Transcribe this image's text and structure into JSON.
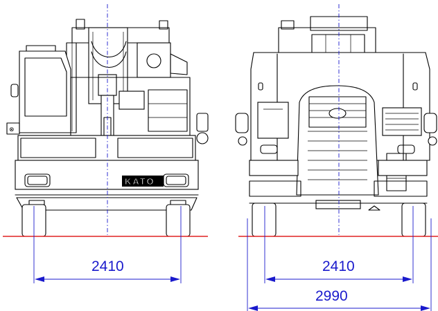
{
  "brand_plate": "KATO",
  "dimensions": {
    "rear_track": "2410",
    "front_track": "2410",
    "front_overall_width": "2990"
  },
  "colors": {
    "ground_line": "#e02020",
    "dimension": "#1a1acc",
    "outline": "#000000"
  }
}
